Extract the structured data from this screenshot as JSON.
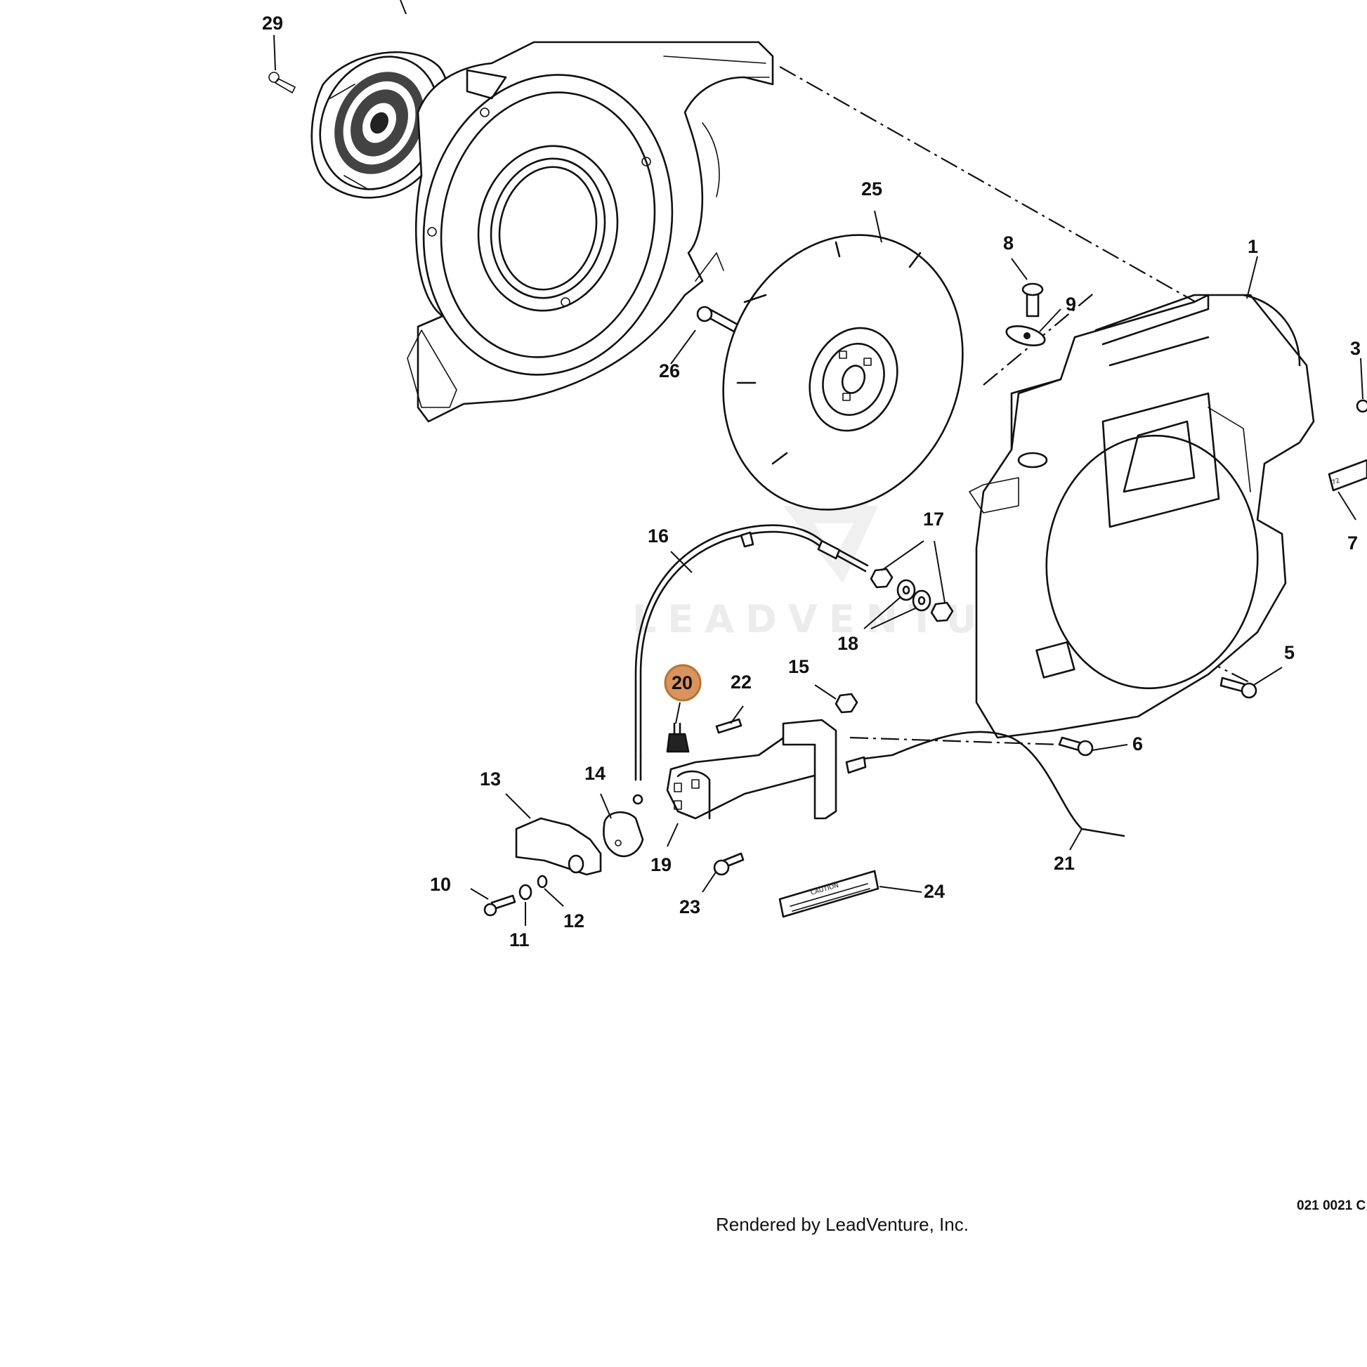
{
  "diagram": {
    "highlighted_part": "20",
    "highlight_color": "#d9935e",
    "highlight_stroke": "#b87433",
    "watermark": "LEADVENTURE",
    "footer": "Rendered by LeadVenture, Inc.",
    "diagram_id": "021 0021 C",
    "caution_decal": "CAUTION",
    "label_decal": "72",
    "parts": [
      {
        "id": "p1",
        "number": "1"
      },
      {
        "id": "p3",
        "number": "3"
      },
      {
        "id": "p5",
        "number": "5"
      },
      {
        "id": "p6",
        "number": "6"
      },
      {
        "id": "p7",
        "number": "7"
      },
      {
        "id": "p8",
        "number": "8"
      },
      {
        "id": "p9",
        "number": "9"
      },
      {
        "id": "p10",
        "number": "10"
      },
      {
        "id": "p11",
        "number": "11"
      },
      {
        "id": "p12",
        "number": "12"
      },
      {
        "id": "p13",
        "number": "13"
      },
      {
        "id": "p14",
        "number": "14"
      },
      {
        "id": "p15",
        "number": "15"
      },
      {
        "id": "p16",
        "number": "16"
      },
      {
        "id": "p17",
        "number": "17"
      },
      {
        "id": "p18",
        "number": "18"
      },
      {
        "id": "p19",
        "number": "19"
      },
      {
        "id": "p20",
        "number": "20"
      },
      {
        "id": "p21",
        "number": "21"
      },
      {
        "id": "p22",
        "number": "22"
      },
      {
        "id": "p23",
        "number": "23"
      },
      {
        "id": "p24",
        "number": "24"
      },
      {
        "id": "p25",
        "number": "25"
      },
      {
        "id": "p26",
        "number": "26"
      },
      {
        "id": "p29",
        "number": "29"
      }
    ]
  }
}
